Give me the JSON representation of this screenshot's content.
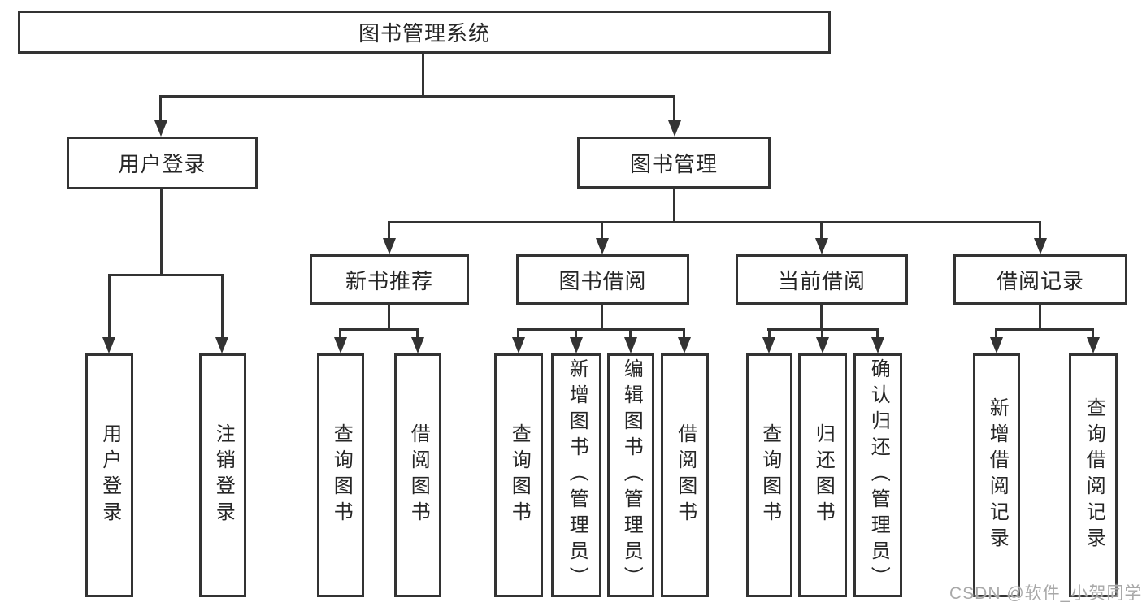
{
  "nodes": {
    "root": {
      "label": "图书管理系统"
    },
    "user_login": {
      "label": "用户登录"
    },
    "book_management": {
      "label": "图书管理"
    },
    "new_book_recommend": {
      "label": "新书推荐"
    },
    "book_borrowing": {
      "label": "图书借阅"
    },
    "current_borrowing": {
      "label": "当前借阅"
    },
    "borrowing_records": {
      "label": "借阅记录"
    },
    "leaves": {
      "login_user_login": "用户登录",
      "login_logout": "注销登录",
      "recommend_query_books": "查询图书",
      "recommend_borrow_books": "借阅图书",
      "borrowing_query_books": "查询图书",
      "borrowing_add_books": "新增图书（管理员）",
      "borrowing_edit_books": "编辑图书（管理员）",
      "borrowing_borrow_books": "借阅图书",
      "current_query_books": "查询图书",
      "current_return_books": "归还图书",
      "current_confirm_return": "确认归还（管理员）",
      "records_add_record": "新增借阅记录",
      "records_query_record": "查询借阅记录"
    }
  },
  "watermark": "CSDN @软件_小贺同学",
  "colors": {
    "line": "#333333",
    "text": "#262626",
    "box_fill": "#ffffff",
    "background": "#ffffff",
    "watermark": "#a8a8a8"
  }
}
